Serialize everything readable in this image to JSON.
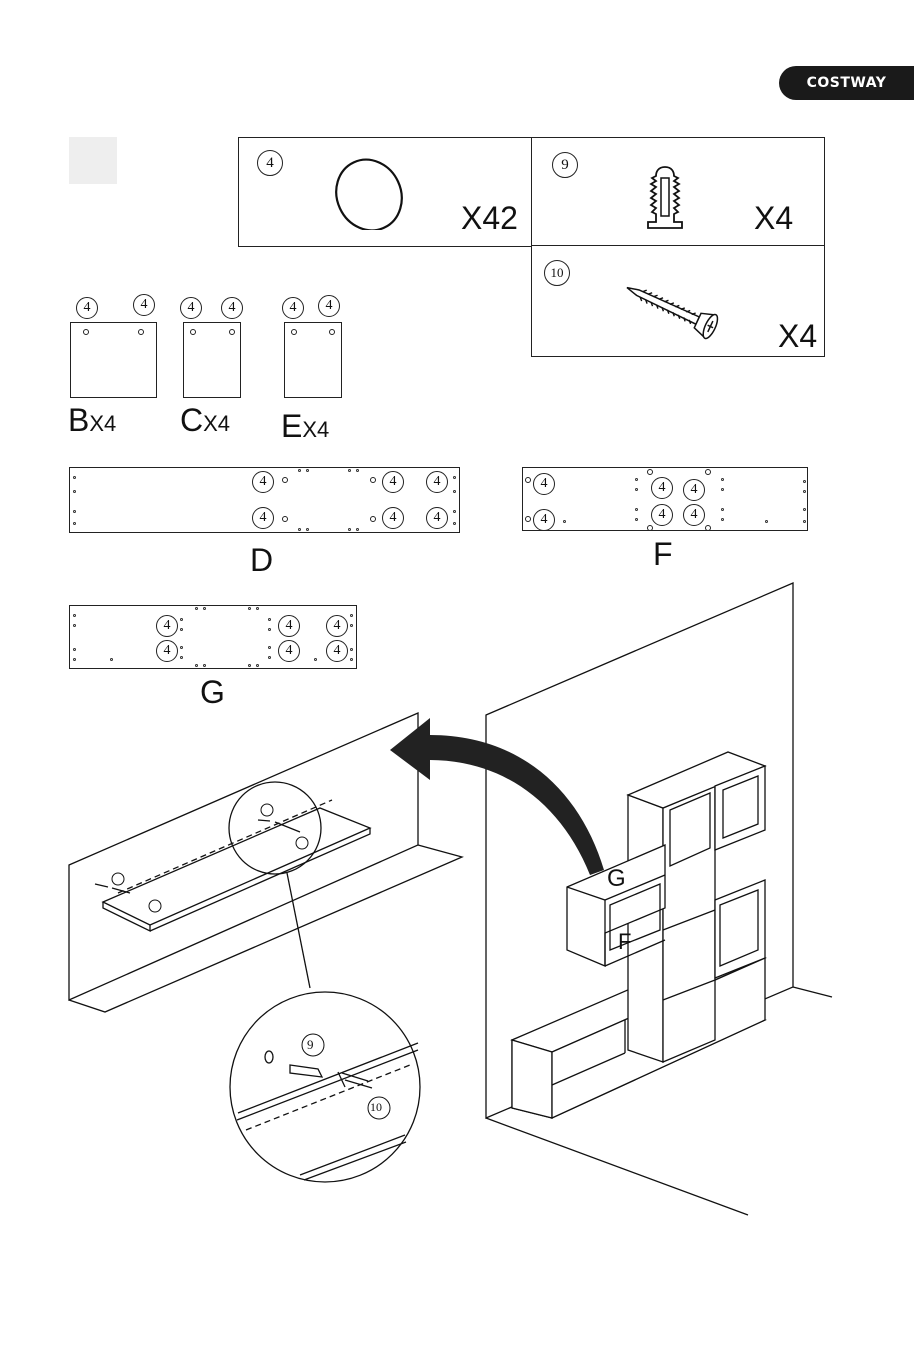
{
  "brand": {
    "name": "COSTWAY"
  },
  "hardware": [
    {
      "id": "4",
      "qty": "X42",
      "icon": "dowel-icon"
    },
    {
      "id": "9",
      "qty": "X4",
      "icon": "wall-anchor-icon"
    },
    {
      "id": "10",
      "qty": "X4",
      "icon": "screw-icon"
    }
  ],
  "parts": {
    "b": {
      "label": "B",
      "qty": "X4",
      "marks": [
        "4",
        "4"
      ]
    },
    "c": {
      "label": "C",
      "qty": "X4",
      "marks": [
        "4",
        "4"
      ]
    },
    "e": {
      "label": "E",
      "qty": "X4",
      "marks": [
        "4",
        "4"
      ]
    },
    "d": {
      "label": "D",
      "marks": [
        "4",
        "4",
        "4",
        "4",
        "4",
        "4"
      ]
    },
    "f": {
      "label": "F",
      "marks": [
        "4",
        "4",
        "4",
        "4",
        "4",
        "4"
      ]
    },
    "g": {
      "label": "G",
      "marks": [
        "4",
        "4",
        "4",
        "4",
        "4",
        "4"
      ]
    }
  },
  "illustration": {
    "label_g": "G",
    "label_f": "F",
    "callout_9": "9",
    "callout_10": "10"
  }
}
